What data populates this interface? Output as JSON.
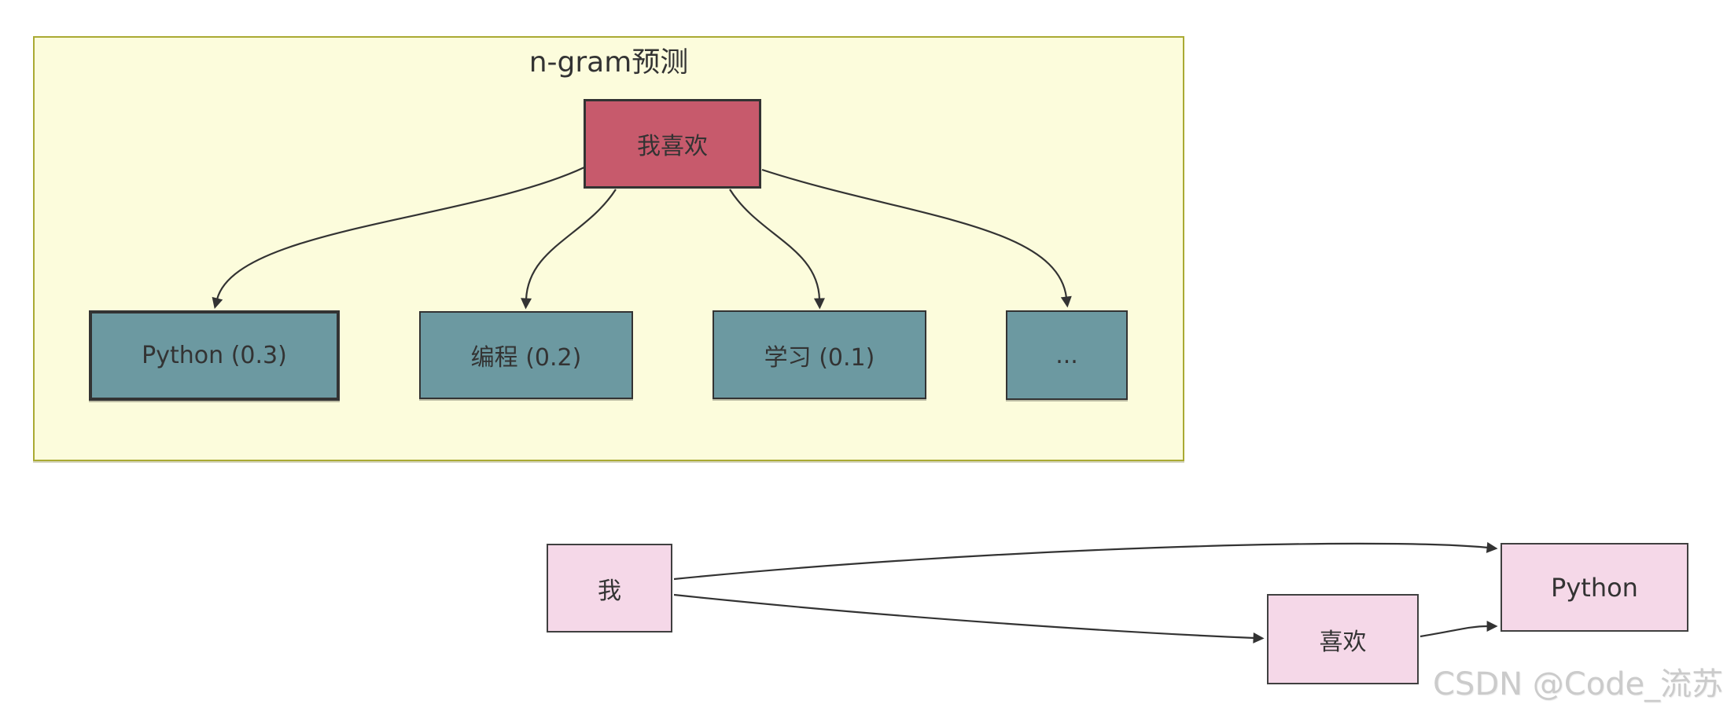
{
  "colors": {
    "page_bg": "#ffffff",
    "subgraph_fill": "#fcfcdc",
    "subgraph_border": "#aaaa33",
    "root_fill": "#c75a6c",
    "root_border": "#333333",
    "child_fill": "#6c99a1",
    "child_border": "#333333",
    "bottom_fill": "#f5d8e8",
    "bottom_border": "#404040",
    "edge_color": "#333333",
    "text_color": "#333333",
    "watermark_color": "#cbcbcb"
  },
  "ngram": {
    "title": "n-gram预测",
    "context_label": "我喜欢",
    "candidates": [
      {
        "label": "Python (0.3)"
      },
      {
        "label": "编程 (0.2)"
      },
      {
        "label": "学习 (0.1)"
      },
      {
        "label": "..."
      }
    ],
    "edges": [
      {
        "from": "我喜欢",
        "to": "Python (0.3)"
      },
      {
        "from": "我喜欢",
        "to": "编程 (0.2)"
      },
      {
        "from": "我喜欢",
        "to": "学习 (0.1)"
      },
      {
        "from": "我喜欢",
        "to": "..."
      }
    ]
  },
  "sequence": {
    "nodes": [
      {
        "label": "我"
      },
      {
        "label": "喜欢"
      },
      {
        "label": "Python"
      }
    ],
    "edges": [
      {
        "from": "我",
        "to": "Python"
      },
      {
        "from": "我",
        "to": "喜欢"
      },
      {
        "from": "喜欢",
        "to": "Python"
      }
    ]
  },
  "watermark": "CSDN @Code_流苏"
}
